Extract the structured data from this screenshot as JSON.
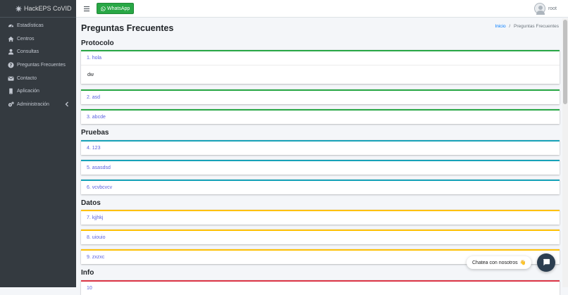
{
  "brand": {
    "title": "HackEPS CoVID",
    "logo_icon": "virus-icon"
  },
  "sidebar": {
    "items": [
      {
        "label": "Estadísticas",
        "icon": "tachometer-icon"
      },
      {
        "label": "Centros",
        "icon": "home-icon"
      },
      {
        "label": "Consultas",
        "icon": "user-doctor-icon"
      },
      {
        "label": "Preguntas Frecuentes",
        "icon": "question-circle-icon"
      },
      {
        "label": "Contacto",
        "icon": "envelope-icon"
      },
      {
        "label": "Aplicación",
        "icon": "mobile-icon"
      },
      {
        "label": "Administración",
        "icon": "cogs-icon",
        "has_submenu": true
      }
    ]
  },
  "topbar": {
    "whatsapp_label": "WhatsApp",
    "username": "root"
  },
  "page": {
    "title": "Preguntas Frecuentes",
    "breadcrumb": {
      "home": "Inicio",
      "separator": "/",
      "current": "Preguntas Frecuentes"
    }
  },
  "sections": [
    {
      "title": "Protocolo",
      "color": "#28a745",
      "items": [
        {
          "question": "1. hola",
          "answer": "dw",
          "expanded": true
        },
        {
          "question": "2. asd"
        },
        {
          "question": "3. abcde"
        }
      ]
    },
    {
      "title": "Pruebas",
      "color": "#17a2b8",
      "items": [
        {
          "question": "4. 123"
        },
        {
          "question": "5. asasdsd"
        },
        {
          "question": "6. vcvbcvcv"
        }
      ]
    },
    {
      "title": "Datos",
      "color": "#ffc107",
      "items": [
        {
          "question": "7. kjjhkj"
        },
        {
          "question": "8. uiouio"
        },
        {
          "question": "9. zxzxc"
        }
      ]
    },
    {
      "title": "Info",
      "color": "#dc3545",
      "items": [
        {
          "question": "10"
        }
      ]
    }
  ],
  "chat": {
    "bubble_text": "Chatea con nosotros",
    "emoji": "👋"
  }
}
